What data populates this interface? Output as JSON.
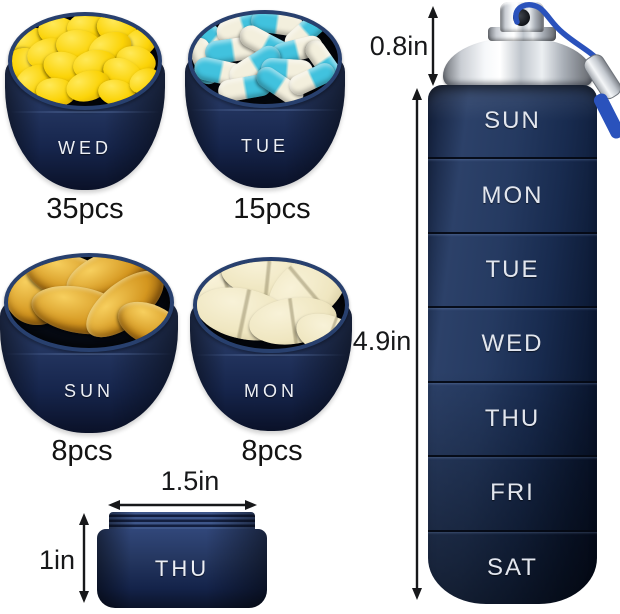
{
  "annotations": {
    "cap_height_label": "0.8in",
    "bottle_height_label": "4.9in",
    "jar_width_label": "1.5in",
    "jar_height_label": "1in"
  },
  "open_cups": [
    {
      "label": "WED",
      "count_label": "35pcs",
      "pill_type": "round",
      "pill_colors": {
        "base": "#fbd307",
        "highlight": "#ffe958",
        "shadow": "#cf9f00"
      }
    },
    {
      "label": "TUE",
      "count_label": "15pcs",
      "pill_type": "capsule",
      "pill_colors": {
        "a": "#41c2de",
        "b": "#f3efdd"
      }
    },
    {
      "label": "SUN",
      "count_label": "8pcs",
      "pill_type": "softgel",
      "pill_colors": {
        "base": "#d4961f",
        "highlight": "#f7cf5e",
        "shadow": "#6e3f03"
      }
    },
    {
      "label": "MON",
      "count_label": "8pcs",
      "pill_type": "tablet",
      "pill_colors": {
        "base": "#efe6c0",
        "highlight": "#f8f2d8",
        "shadow": "#c9bd92"
      }
    }
  ],
  "closed_jar": {
    "label": "THU"
  },
  "bottle": {
    "days": [
      "SUN",
      "MON",
      "TUE",
      "WED",
      "THU",
      "FRI",
      "SAT"
    ]
  },
  "palette": {
    "body_navy": "#1e3158",
    "dark_navy": "#0a1128",
    "chrome_light": "#f6f8fa",
    "lanyard_blue": "#2a52bc",
    "annotation_text": "#17181a",
    "label_text": "#e2e6ee"
  }
}
